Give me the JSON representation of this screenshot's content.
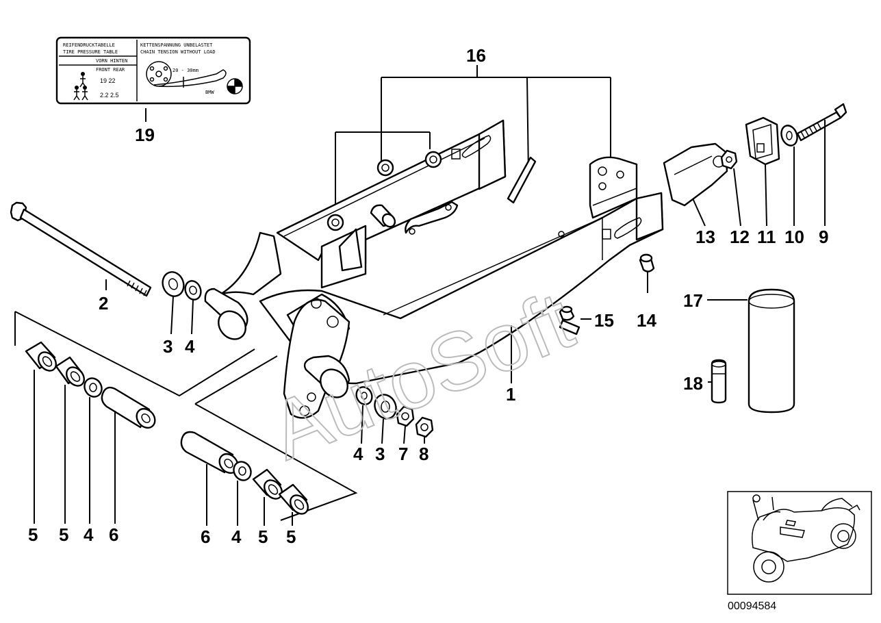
{
  "diagram": {
    "callouts": [
      {
        "id": "c1",
        "text": "1"
      },
      {
        "id": "c2",
        "text": "2"
      },
      {
        "id": "c3a",
        "text": "3"
      },
      {
        "id": "c4a",
        "text": "4"
      },
      {
        "id": "c3b",
        "text": "3"
      },
      {
        "id": "c4b",
        "text": "4"
      },
      {
        "id": "c7",
        "text": "7"
      },
      {
        "id": "c8",
        "text": "8"
      },
      {
        "id": "c5a",
        "text": "5"
      },
      {
        "id": "c5b",
        "text": "5"
      },
      {
        "id": "c4c",
        "text": "4"
      },
      {
        "id": "c6a",
        "text": "6"
      },
      {
        "id": "c6b",
        "text": "6"
      },
      {
        "id": "c4d",
        "text": "4"
      },
      {
        "id": "c5c",
        "text": "5"
      },
      {
        "id": "c5d",
        "text": "5"
      },
      {
        "id": "c9",
        "text": "9"
      },
      {
        "id": "c10",
        "text": "10"
      },
      {
        "id": "c11",
        "text": "11"
      },
      {
        "id": "c12",
        "text": "12"
      },
      {
        "id": "c13",
        "text": "13"
      },
      {
        "id": "c14",
        "text": "14"
      },
      {
        "id": "c15",
        "text": "15"
      },
      {
        "id": "c16",
        "text": "16"
      },
      {
        "id": "c17",
        "text": "17"
      },
      {
        "id": "c18",
        "text": "18"
      },
      {
        "id": "c19",
        "text": "19"
      }
    ],
    "label": {
      "left_title_1": "REIFENDRUCKTABELLE",
      "left_title_2": "TIRE PRESSURE TABLE",
      "right_title_1": "KETTENSPANNUNG UNBELASTET",
      "right_title_2": "CHAIN TENSION WITHOUT LOAD",
      "front_rear": "VORN HINTEN",
      "front_rear_en": "FRONT REAR",
      "solo_values": "19  22",
      "duo_values": "2.2 2.5",
      "tension_range": "20 - 30mm",
      "brand_small": "BMW"
    },
    "watermark": "AutoSoft",
    "diagram_code": "00094584"
  }
}
